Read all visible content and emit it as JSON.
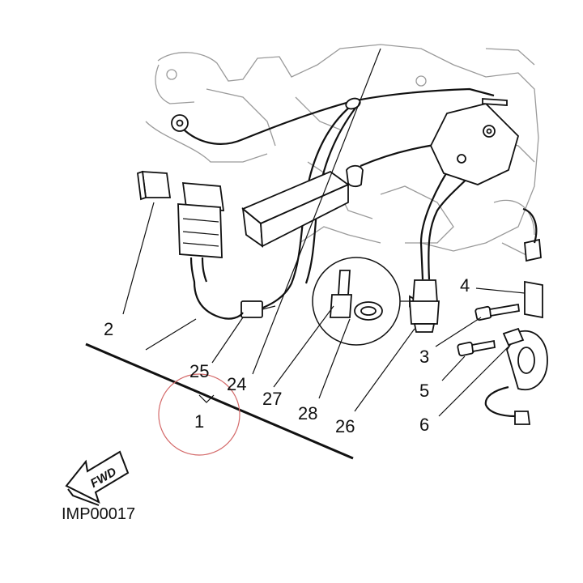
{
  "callouts": {
    "c1": "1",
    "c2": "2",
    "c3": "3",
    "c4": "4",
    "c5": "5",
    "c6": "6",
    "c24": "24",
    "c25": "25",
    "c26": "26",
    "c27": "27",
    "c28": "28"
  },
  "fwd_label": "FWD",
  "image_ref": "IMP00017"
}
